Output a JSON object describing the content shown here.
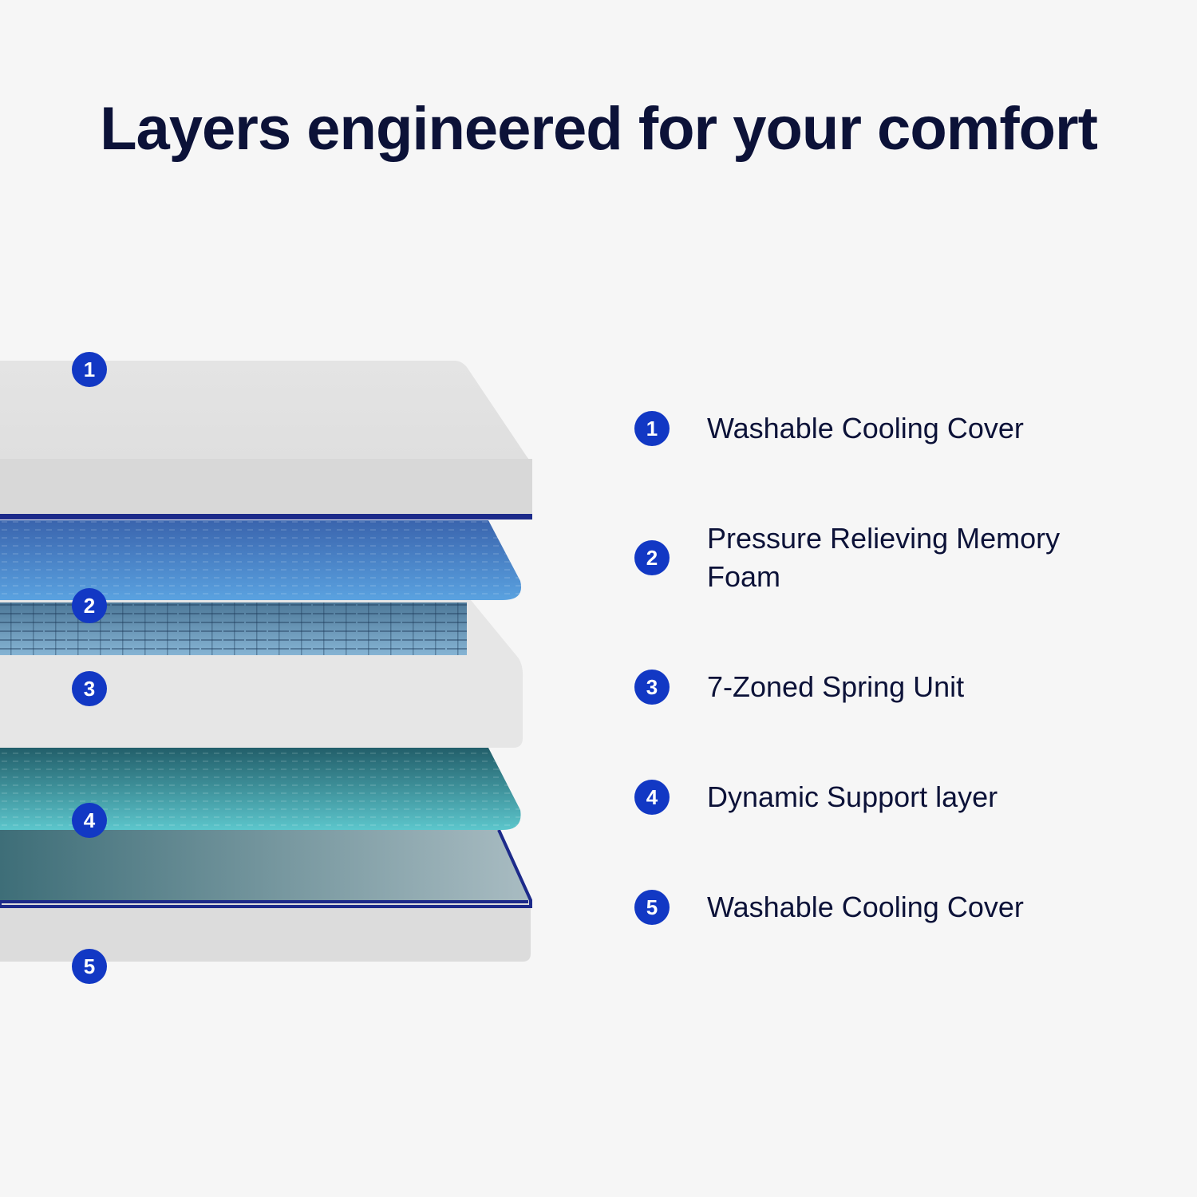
{
  "title": "Layers engineered for your comfort",
  "layers": [
    {
      "number": "1",
      "label": "Washable Cooling Cover"
    },
    {
      "number": "2",
      "label": "Pressure Relieving Memory Foam"
    },
    {
      "number": "3",
      "label": "7-Zoned Spring Unit"
    },
    {
      "number": "4",
      "label": "Dynamic Support layer"
    },
    {
      "number": "5",
      "label": "Washable Cooling Cover"
    }
  ],
  "colors": {
    "badge": "#1238c4",
    "text": "#0c1238",
    "memory_foam": "#4a86d4",
    "support": "#4fbcc4",
    "trim": "#1c2a8a"
  }
}
